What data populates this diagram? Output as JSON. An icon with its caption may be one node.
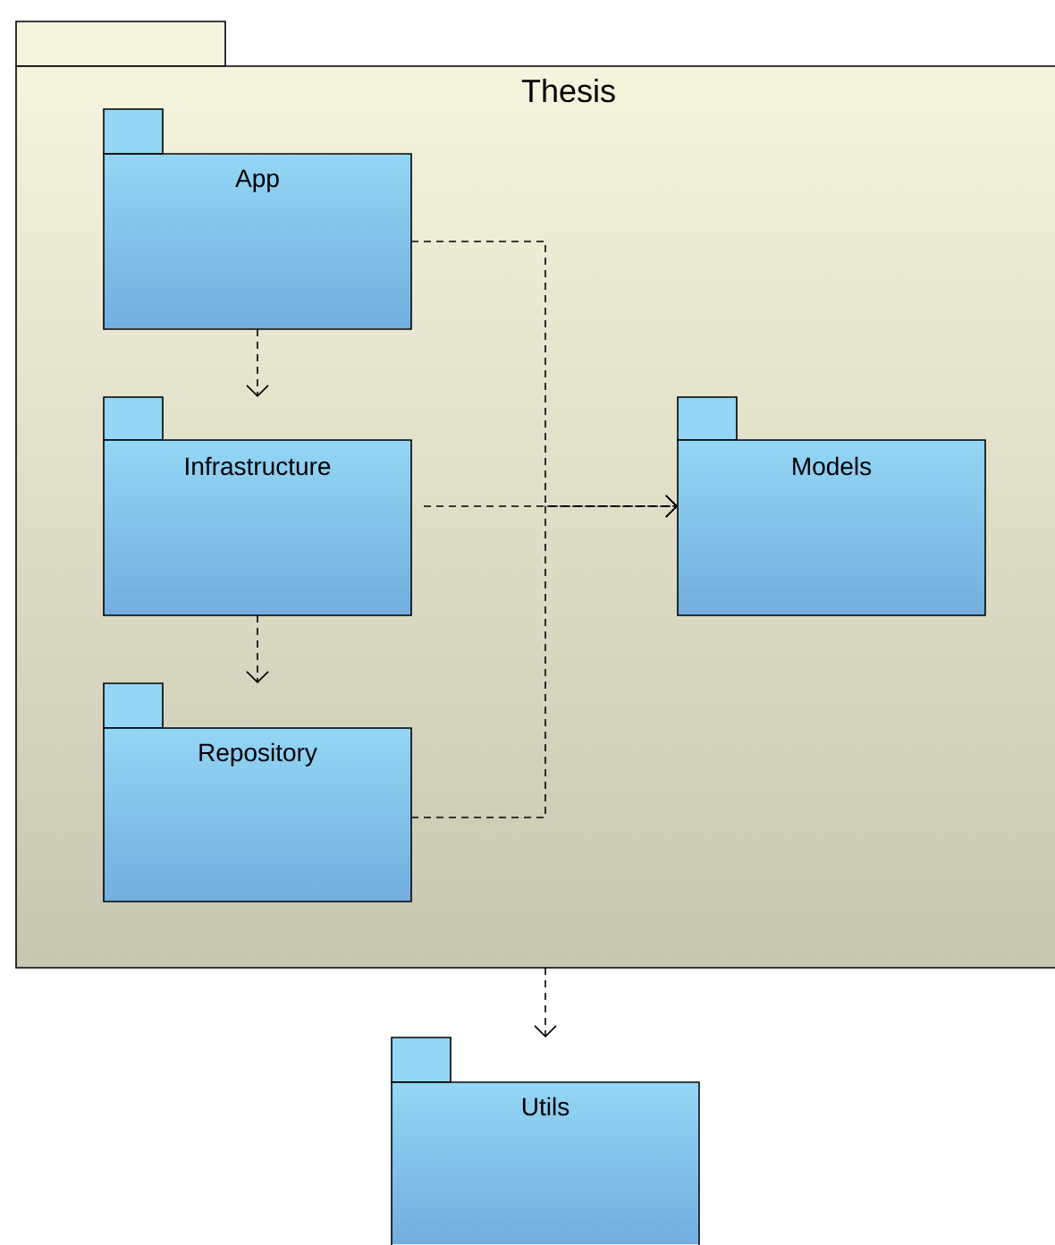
{
  "diagram": {
    "nodes": [
      {
        "text": [
          "Thesis"
        ]
      },
      {
        "text": [
          "App"
        ],
        "in": 0
      },
      {
        "text": [
          "Infrastructure"
        ],
        "in": 0
      },
      {
        "text": [
          "Models"
        ],
        "in": 0
      },
      {
        "text": [
          "Repository"
        ],
        "in": 0
      },
      {
        "text": [
          "Utils"
        ]
      }
    ],
    "edges": [
      {
        "from": 1,
        "to": 2,
        "arrow": "to",
        "style": "dashed"
      },
      {
        "from": 2,
        "to": 4,
        "arrow": "to",
        "style": "dashed"
      },
      {
        "from": 1,
        "to": 3,
        "arrow": "to",
        "style": "dashed"
      },
      {
        "from": 2,
        "to": 3,
        "arrow": "to",
        "style": "dashed"
      },
      {
        "from": 4,
        "to": 3,
        "arrow": "to",
        "style": "dashed"
      },
      {
        "from": 0,
        "to": 5,
        "arrow": "to",
        "style": "dashed"
      }
    ]
  }
}
